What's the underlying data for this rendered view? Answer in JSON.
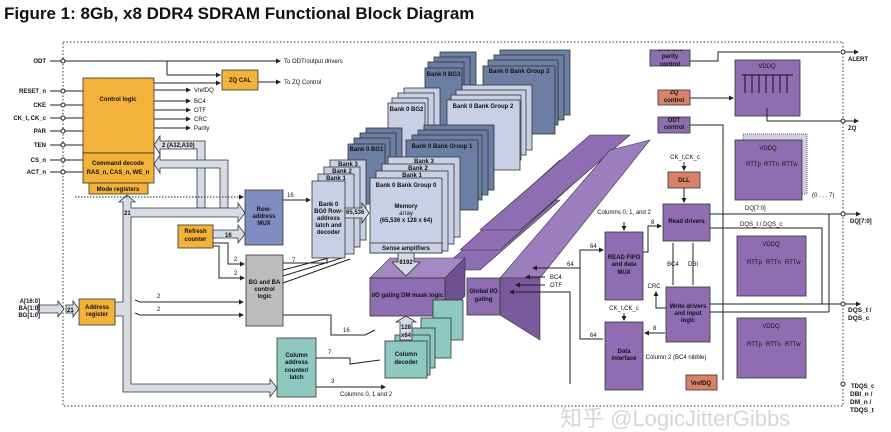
{
  "title": "Figure 1: 8Gb, x8 DDR4 SDRAM Functional Block Diagram",
  "colors": {
    "orange": "#f4b23a",
    "blue": "#7f8ec2",
    "gray": "#bdbdbd",
    "teal": "#8ec9c1",
    "purple": "#8f6db2",
    "salmon": "#d9826a",
    "bank_light": "#c9d0e6",
    "bank_dark": "#6b7ea3"
  },
  "inputs": [
    "ODT",
    "RESET_n",
    "CKE",
    "CK_t, CK_c",
    "PAR",
    "TEN",
    "CS_n",
    "ACT_n"
  ],
  "address_inputs": [
    "A[16:0]",
    "BA[1:0]",
    "BG[1:0]"
  ],
  "control_logic": {
    "title": "Control logic",
    "command_decode": "Command decode",
    "command_signals": "RAS_n, CAS_n, WE_n",
    "mode_registers": "Mode registers"
  },
  "control_outputs": [
    "VrefDQ",
    "BC4",
    "OTF",
    "CRC",
    "Parity"
  ],
  "zq_cal": "ZQ CAL",
  "to_odt": "To ODT/output drivers",
  "to_zq": "To ZQ Control",
  "bus_a12_a10": "2 (A12,A10)",
  "row_mux": "Row-address MUX",
  "refresh_counter": "Refresh counter",
  "bg_ba_logic": "BG and BA control logic",
  "address_register": "Address register",
  "column_counter": "Column address counter/ latch",
  "row_latch": "Bank 0 BG0 Row-address latch and decoder",
  "bank_labels": [
    "Bank 3",
    "Bank 2",
    "Bank 1"
  ],
  "bank_groups": [
    {
      "small": "Bank 0 BG0",
      "large": "Bank 0 Bank Group 0"
    },
    {
      "small": "Bank 0 BG1",
      "large": "Bank 0 Bank Group 1"
    },
    {
      "small": "Bank 0 BG2",
      "large": "Bank 0 Bank Group 2"
    },
    {
      "small": "Bank 0 BG3",
      "large": "Bank 0 Bank Group 3"
    }
  ],
  "memory_array": {
    "title": "Memory",
    "sub": "array",
    "dims": "(65,536 x 128 x 64)"
  },
  "sense_amplifiers": "Sense amplifiers",
  "io_gating": "I/O gating DM mask logic",
  "global_io": "Global I/O gating",
  "column_decoder": "Column decoder",
  "read_fifo": "READ FIFO and data MUX",
  "data_interface": "Data interface",
  "read_drivers": "Read drivers",
  "write_drivers": "Write drivers and input logic",
  "dll": "DLL",
  "crc_parity": "CRC and parity control",
  "zq_control": "ZQ control",
  "odt_control": "ODT control",
  "vrefdq_box": "VrefDQ",
  "vddq": "VDDQ",
  "rtt": [
    "RTTp",
    "RTTn",
    "RTTw"
  ],
  "odt_range": "(0 . . . 7)",
  "outputs": {
    "alert": "ALERT",
    "zq": "ZQ",
    "dq": "DQ[7:0]",
    "dqs": "DQS_t / DQS_c",
    "tdqs": "TDQS_c",
    "dbi": "DBI_n / DM_n / TDQS_t"
  },
  "signals": {
    "dq_int": "DQ[7:0]",
    "dqs_int": "DQS_t / DQS_c",
    "bc4": "BC4",
    "otf": "OTF",
    "dbi": "DBI",
    "crc": "CRC",
    "ck": "CK_t,CK_c",
    "columns_012": "Columns 0, 1, and 2",
    "columns_012_b": "Columns 0, 1 and 2",
    "column2": "Column 2 (BC4 nibble)"
  },
  "bus_widths": {
    "w21": "21",
    "w16": "16",
    "w2": "2",
    "w7": "7",
    "w3": "3",
    "w8": "8",
    "w64": "64",
    "w65536": "65,536",
    "w8192": "8192",
    "w128": "128",
    "x64": "x64"
  },
  "watermark": "知乎 @LogicJitterGibbs"
}
